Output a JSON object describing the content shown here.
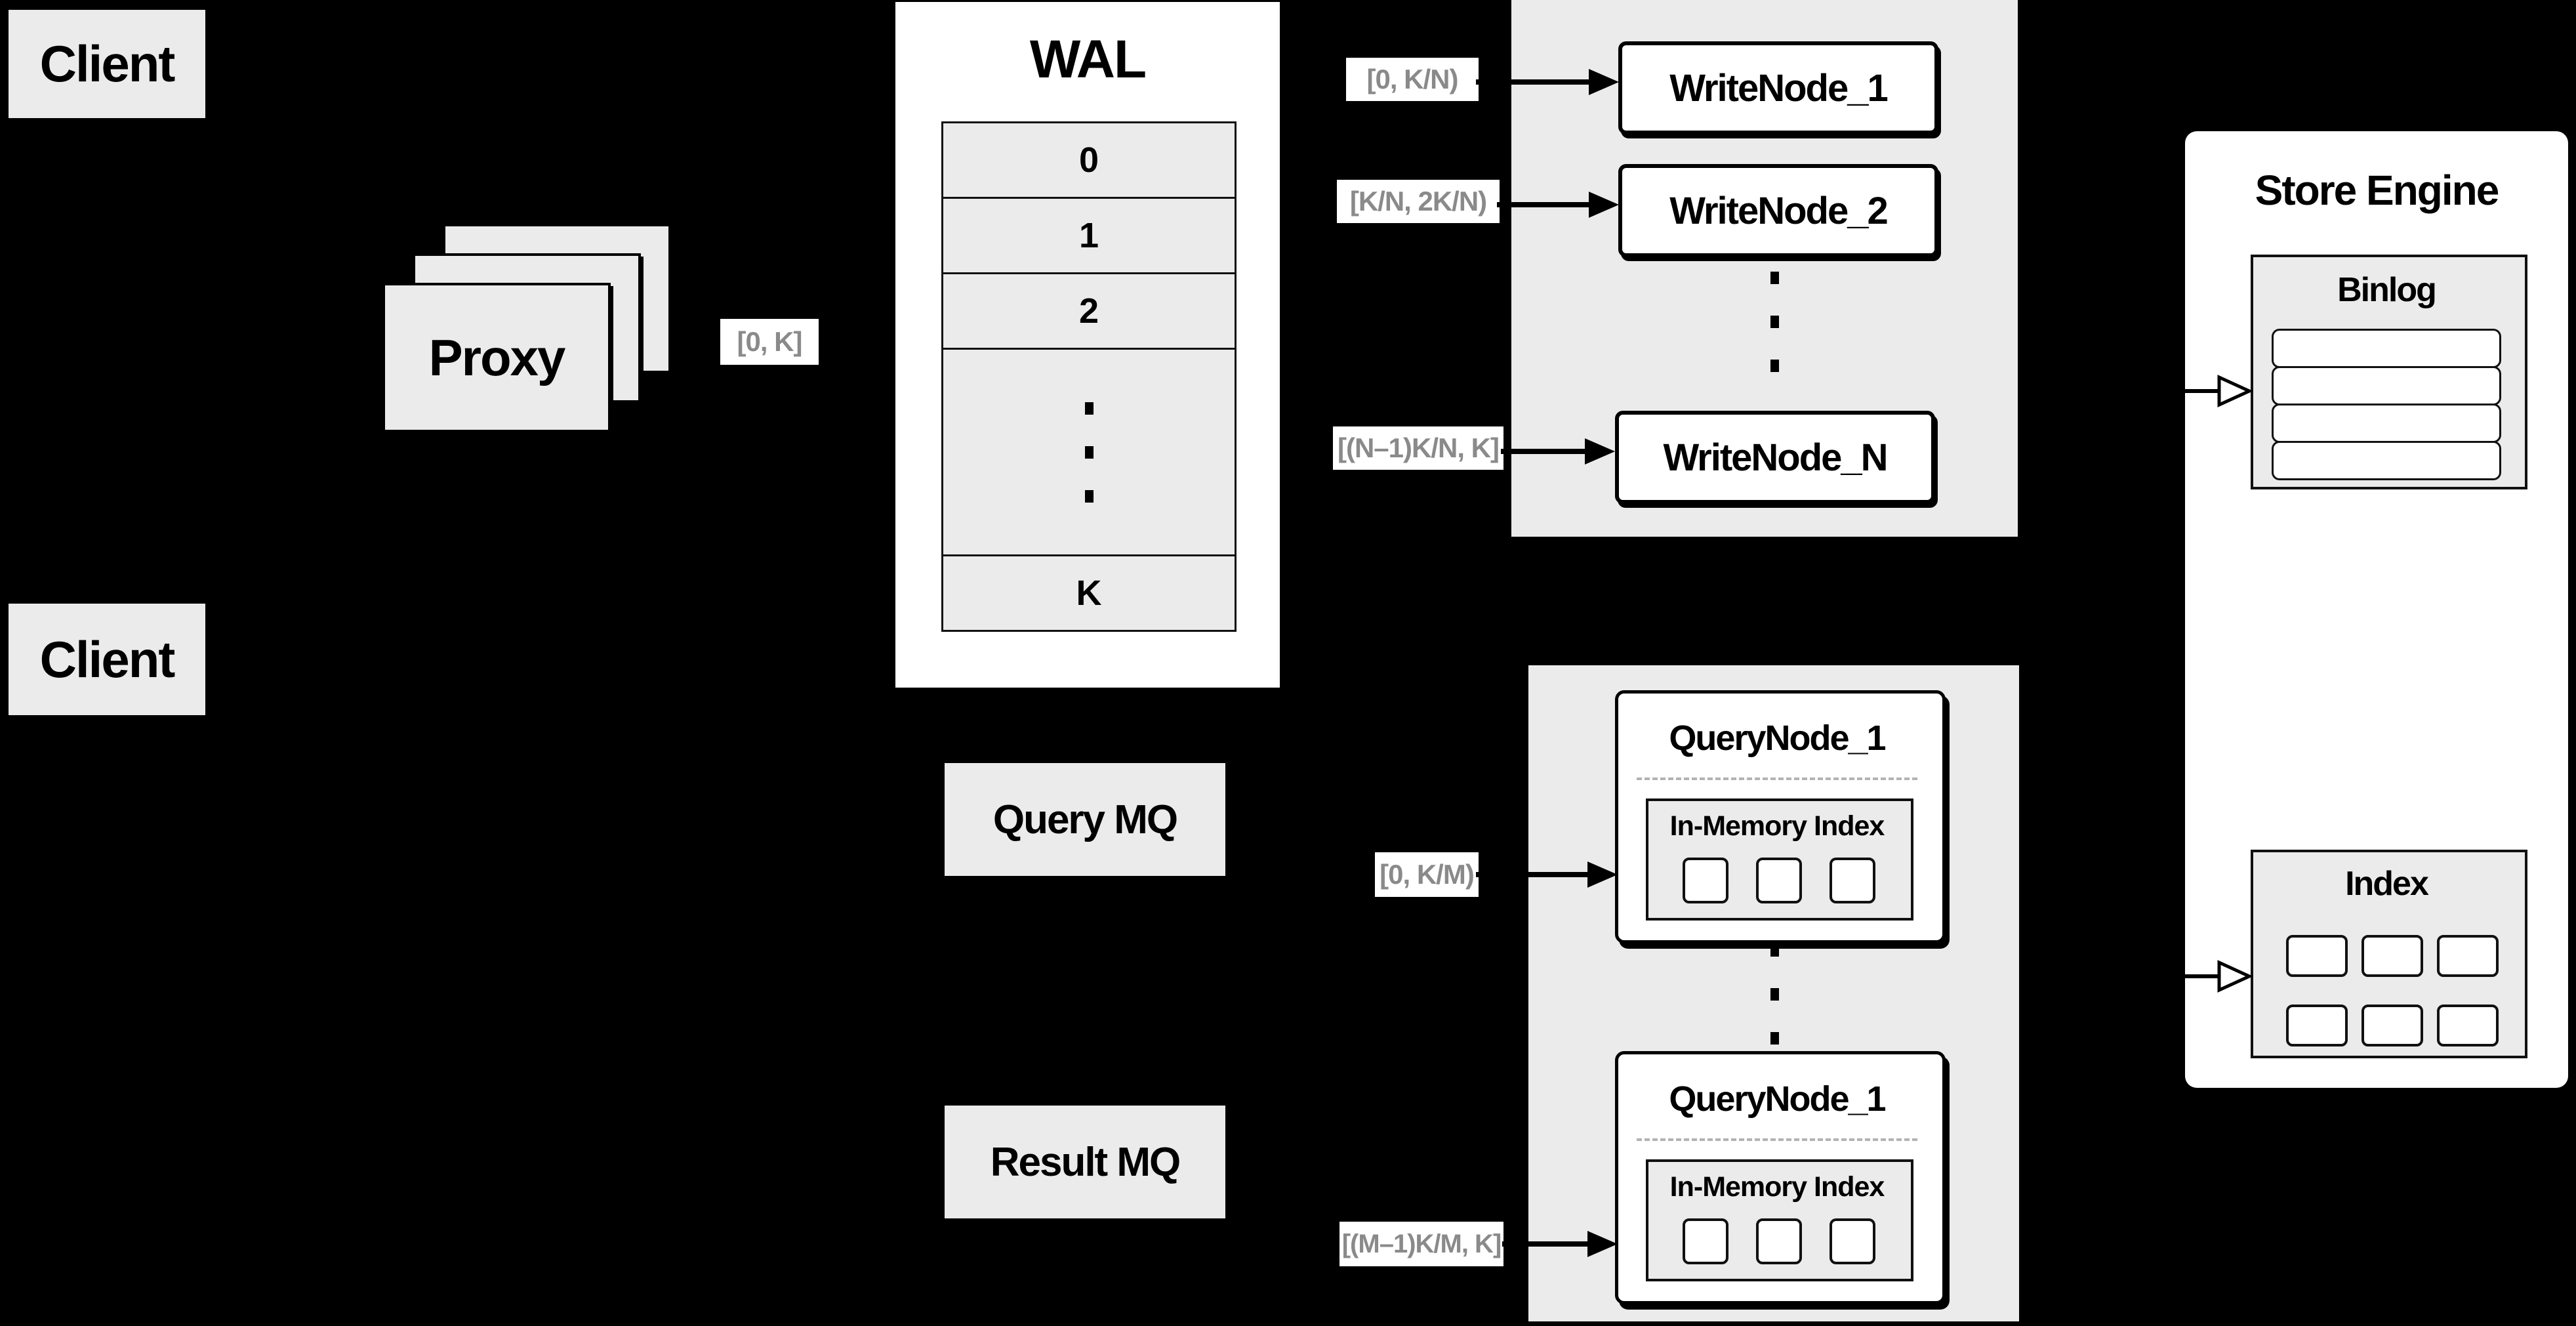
{
  "colors": {
    "background": "#000000",
    "panel_gray": "#ebebeb",
    "node_white": "#ffffff",
    "line_black": "#000000",
    "range_text_gray": "#8a8a8a"
  },
  "clients": {
    "top": "Client",
    "bottom": "Client"
  },
  "proxy": {
    "label": "Proxy",
    "range_out": "[0, K]"
  },
  "wal": {
    "title": "WAL",
    "segments": [
      "0",
      "1",
      "2"
    ],
    "last_segment": "K"
  },
  "write_group": {
    "nodes": [
      {
        "range": "[0, K/N)",
        "label": "WriteNode_1"
      },
      {
        "range": "[K/N, 2K/N)",
        "label": "WriteNode_2"
      },
      {
        "range": "[(N–1)K/N, K]",
        "label": "WriteNode_N"
      }
    ]
  },
  "mq": {
    "query": "Query MQ",
    "result": "Result MQ"
  },
  "query_group": {
    "nodes": [
      {
        "range": "[0, K/M)",
        "title": "QueryNode_1",
        "inner_title": "In-Memory Index"
      },
      {
        "range": "[(M–1)K/M, K]",
        "title": "QueryNode_1",
        "inner_title": "In-Memory Index"
      }
    ]
  },
  "store_engine": {
    "title": "Store Engine",
    "binlog_title": "Binlog",
    "index_title": "Index"
  }
}
